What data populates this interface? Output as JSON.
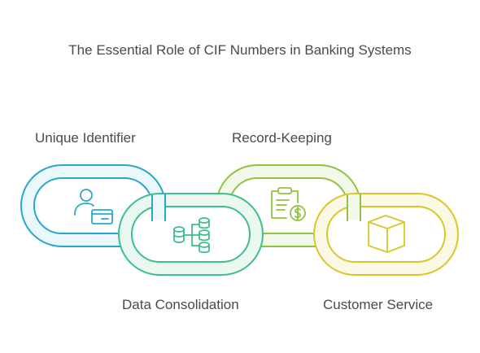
{
  "title": "The Essential Role of CIF Numbers in Banking Systems",
  "links": [
    {
      "label": "Unique Identifier",
      "icon": "user-card-icon",
      "color": "#29a6cc",
      "fill": "#eaf7fb"
    },
    {
      "label": "Data Consolidation",
      "icon": "database-merge-icon",
      "color": "#3cbf8a",
      "fill": "#ebf8f2"
    },
    {
      "label": "Record-Keeping",
      "icon": "clipboard-dollar-icon",
      "color": "#8fc43f",
      "fill": "#f3f9ea"
    },
    {
      "label": "Customer Service",
      "icon": "box-icon",
      "color": "#d8c62a",
      "fill": "#fbf9e6"
    }
  ]
}
